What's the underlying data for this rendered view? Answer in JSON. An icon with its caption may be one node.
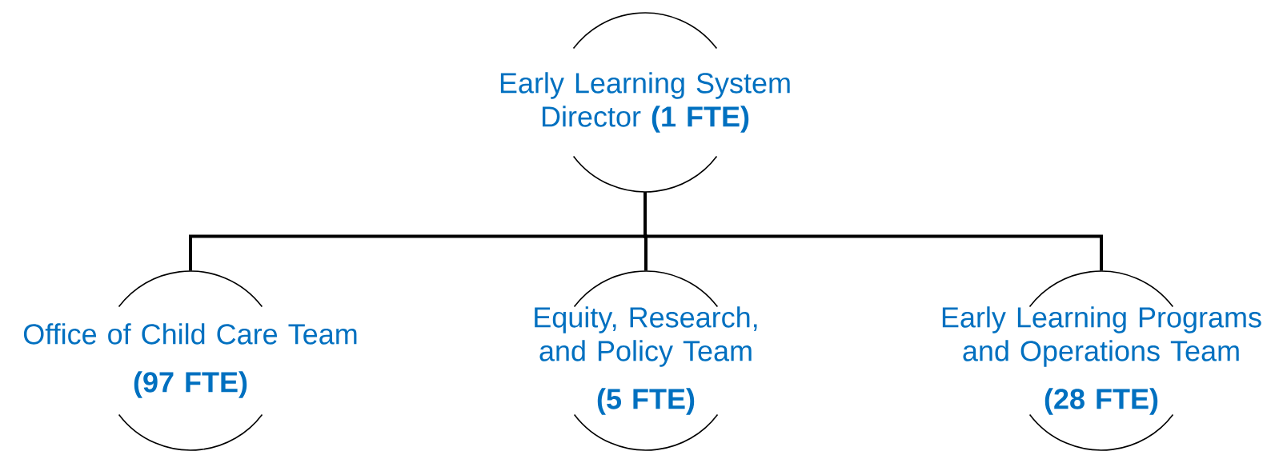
{
  "diagram": {
    "nodes": [
      {
        "text": [
          "Early Learning System Director **(1 FTE)**"
        ]
      },
      {
        "text": [
          "Office of Child Care Team",
          "(97 FTE)"
        ]
      },
      {
        "text": [
          "Equity, Research, and Policy Team",
          "(5 FTE)"
        ]
      },
      {
        "text": [
          "Early Learning Programs and Operations Team",
          "(28 FTE)"
        ]
      }
    ],
    "edges": [
      {
        "from": 0,
        "to": 1,
        "arrow": "none"
      },
      {
        "from": 0,
        "to": 2,
        "arrow": "none"
      },
      {
        "from": 0,
        "to": 3,
        "arrow": "none"
      }
    ]
  }
}
